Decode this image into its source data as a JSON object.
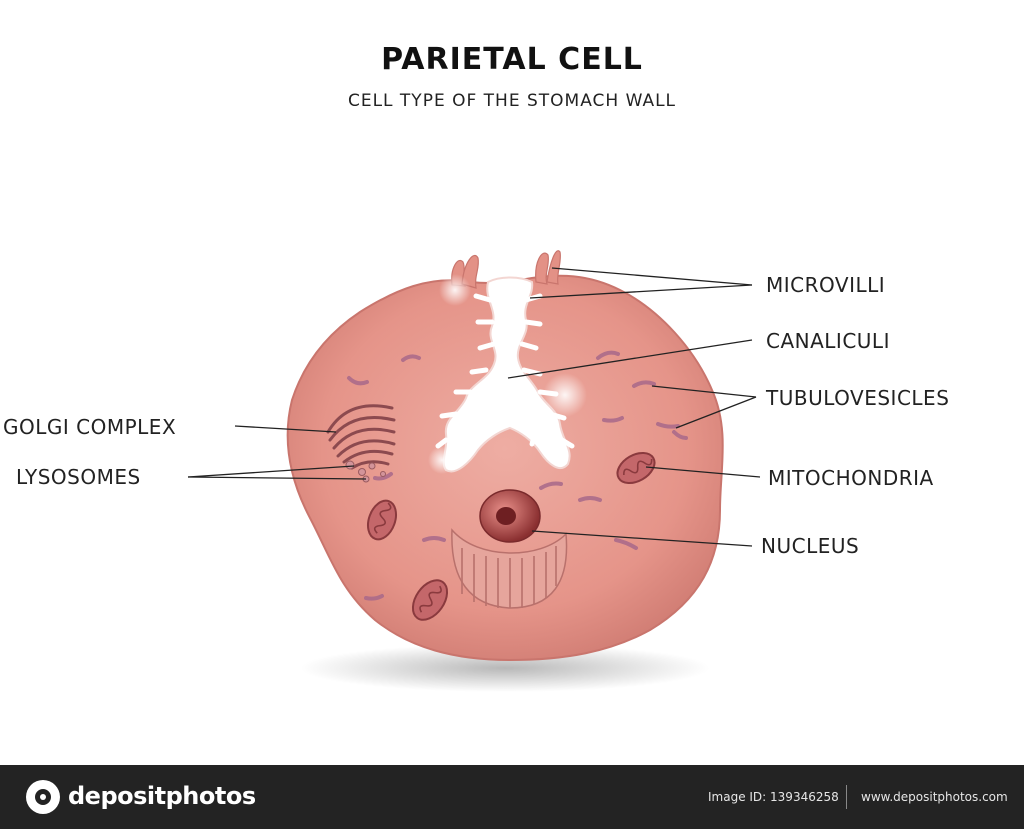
{
  "title": "PARIETAL CELL",
  "subtitle": "CELL TYPE OF THE STOMACH WALL",
  "labels": {
    "microvilli": "MICROVILLI",
    "canaliculi": "CANALICULI",
    "tubulovesicles": "TUBULOVESICLES",
    "golgi": "GOLGI COMPLEX",
    "lysosomes": "LYSOSOMES",
    "mitochondria": "MITOCHONDRIA",
    "nucleus": "NUCLEUS"
  },
  "footer": {
    "brand": "depositphotos",
    "image_id": "Image ID: 139346258",
    "site": "www.depositphotos.com"
  },
  "colors": {
    "cell_fill": "#e7998f",
    "cell_edge": "#c9756d",
    "organelle": "#b56a6f",
    "canal": "#ffffff",
    "footer_bg": "#232323"
  }
}
